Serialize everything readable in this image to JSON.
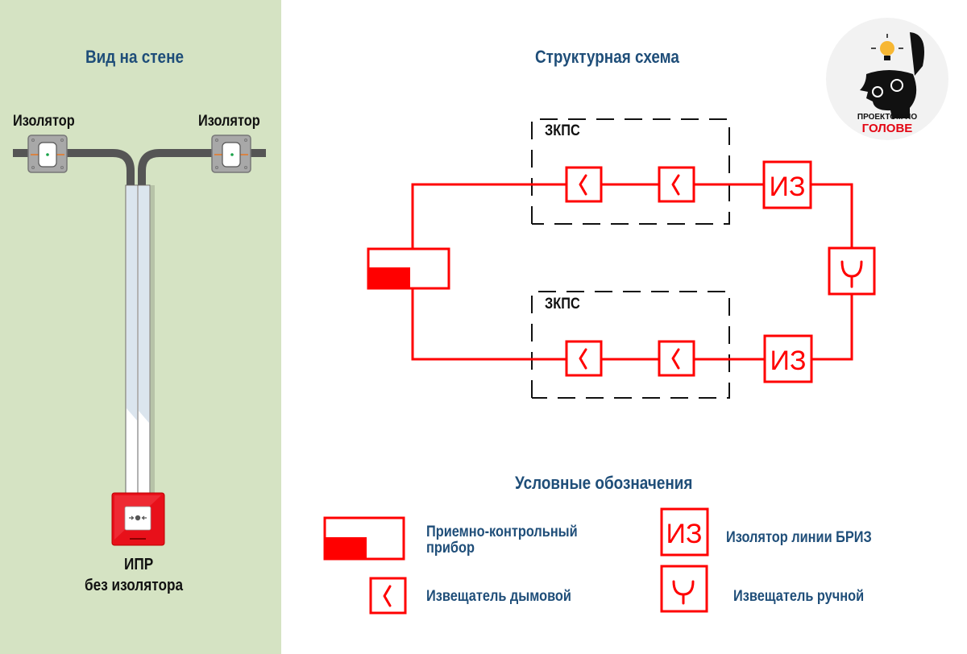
{
  "wall_view": {
    "title": "Вид на стене",
    "isolator_left_label": "Изолятор",
    "isolator_right_label": "Изолятор",
    "ipr_label_line1": "ИПР",
    "ipr_label_line2": "без изолятора"
  },
  "schema": {
    "title": "Структурная схема",
    "zone_top_label": "ЗКПС",
    "zone_bottom_label": "ЗКПС",
    "isolator_symbol_text": "ИЗ"
  },
  "legend": {
    "title": "Условные обозначения",
    "items": [
      {
        "symbol": "control-panel",
        "label_line1": "Приемно-контрольный",
        "label_line2": "прибор"
      },
      {
        "symbol": "smoke-detector",
        "label": "Извещатель дымовой"
      },
      {
        "symbol": "isolator",
        "symbol_text": "ИЗ",
        "label": "Изолятор линии БРИЗ"
      },
      {
        "symbol": "manual-call-point",
        "label": "Извещатель ручной"
      }
    ]
  },
  "logo": {
    "line1": "ПРОЕКТОМ ПО",
    "line2": "ГОЛОВЕ"
  },
  "colors": {
    "wall_bg": "#d5e3c3",
    "title_blue": "#1f4e79",
    "schema_red": "#ff0000",
    "logo_red": "#e30613"
  }
}
